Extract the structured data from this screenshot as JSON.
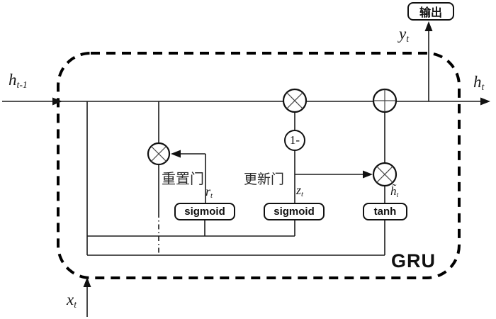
{
  "diagram": {
    "title": "GRU",
    "output_box_label": "输出",
    "reset_gate_label": "重置门",
    "update_gate_label": "更新门",
    "one_minus_label": "1-",
    "activation_boxes": {
      "reset": "sigmoid",
      "update": "sigmoid",
      "candidate": "tanh"
    },
    "math_labels": {
      "h_prev": {
        "base": "h",
        "sub": "t-1"
      },
      "h_out": {
        "base": "h",
        "sub": "t"
      },
      "y_out": {
        "base": "y",
        "sub": "t"
      },
      "x_in": {
        "base": "x",
        "sub": "t"
      },
      "r_gate": {
        "base": "r",
        "sub": "t"
      },
      "z_gate": {
        "base": "z",
        "sub": "t"
      },
      "h_candidate": {
        "base": "h̃",
        "sub": "t"
      }
    },
    "colors": {
      "line": "#1a1a1a",
      "background": "#ffffff"
    }
  }
}
